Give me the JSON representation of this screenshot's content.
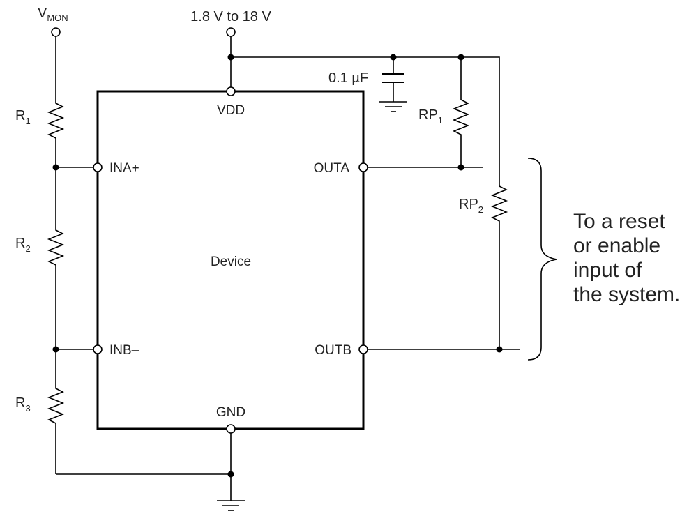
{
  "supply": {
    "vmon": "V",
    "vmon_sub": "MON",
    "vdd_range": "1.8 V to 18 V"
  },
  "device": {
    "name": "Device",
    "pins": {
      "vdd": "VDD",
      "gnd": "GND",
      "ina": "INA+",
      "inb": "INB–",
      "outa": "OUTA",
      "outb": "OUTB"
    }
  },
  "components": {
    "r1": {
      "name": "R",
      "sub": "1"
    },
    "r2": {
      "name": "R",
      "sub": "2"
    },
    "r3": {
      "name": "R",
      "sub": "3"
    },
    "rp1": {
      "name": "RP",
      "sub": "1"
    },
    "rp2": {
      "name": "RP",
      "sub": "2"
    },
    "cap": "0.1 µF"
  },
  "note": {
    "lines": [
      "To a reset",
      "or enable",
      "input of",
      "the system."
    ]
  }
}
